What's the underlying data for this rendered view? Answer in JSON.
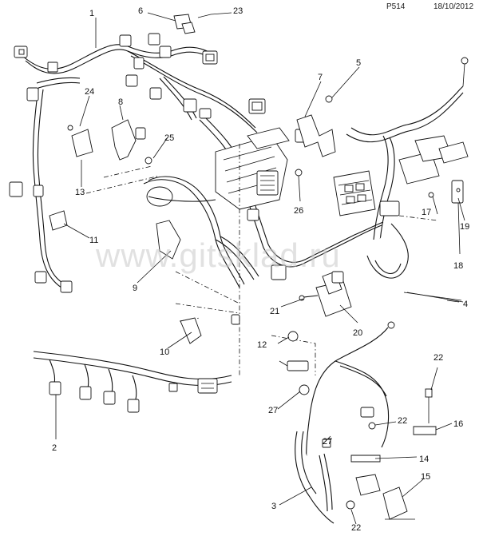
{
  "header": {
    "ref": "P514",
    "date": "18/10/2012"
  },
  "watermark": "www.gitsklad.ru",
  "callouts": [
    "1",
    "2",
    "3",
    "4",
    "5",
    "6",
    "7",
    "8",
    "9",
    "10",
    "11",
    "12",
    "13",
    "14",
    "15",
    "16",
    "17",
    "18",
    "19",
    "20",
    "21",
    "22",
    "22",
    "22",
    "23",
    "24",
    "25",
    "26",
    "27",
    "27"
  ]
}
